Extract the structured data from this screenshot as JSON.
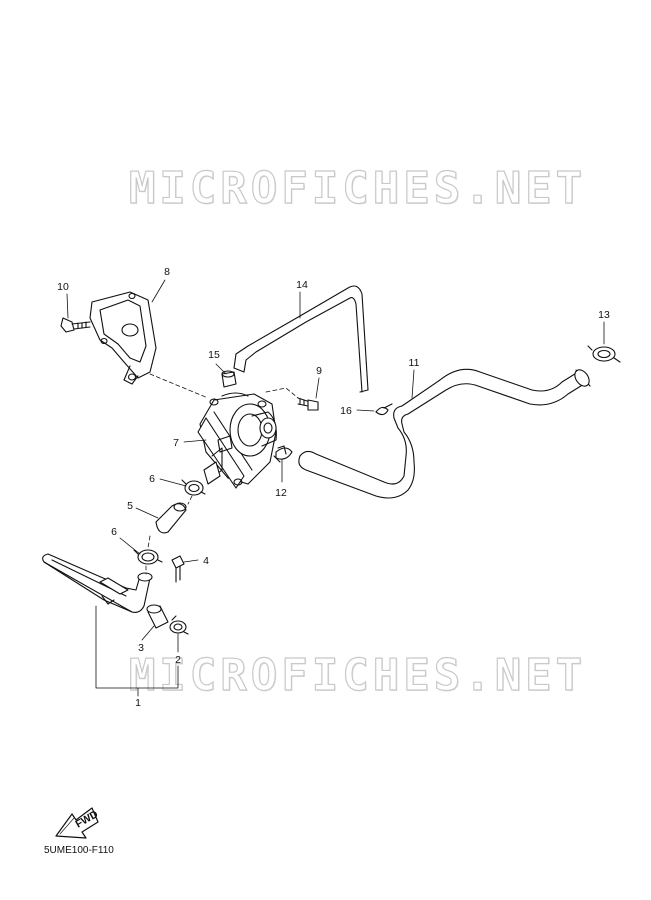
{
  "watermark": {
    "text": "MICROFICHES.NET"
  },
  "diagram_code": "5UME100-F110",
  "fwd_label": "FWD",
  "callouts": {
    "c1": "1",
    "c2": "2",
    "c3": "3",
    "c4": "4",
    "c5": "5",
    "c6a": "6",
    "c6b": "6",
    "c7": "7",
    "c8": "8",
    "c9": "9",
    "c10": "10",
    "c11": "11",
    "c12": "12",
    "c13": "13",
    "c14": "14",
    "c15": "15",
    "c16": "16"
  }
}
